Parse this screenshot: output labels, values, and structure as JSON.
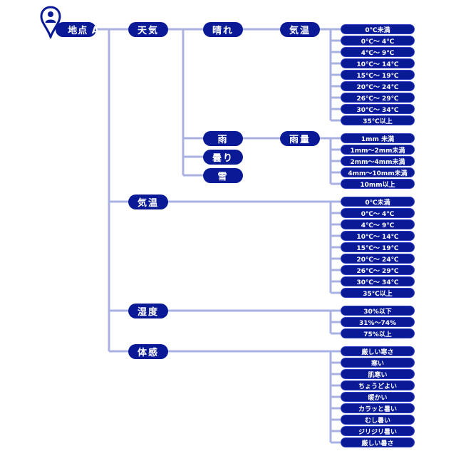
{
  "colors": {
    "node": "#0a1a96",
    "line": "#a9b1e3"
  },
  "root": {
    "label": "地点 A",
    "icon": "location-pin-person-icon"
  },
  "branches": [
    {
      "label": "天気",
      "children": [
        {
          "label": "晴れ",
          "children": [
            {
              "label": "気温",
              "leaves": [
                "0℃未満",
                "0℃～ 4℃",
                "4℃～ 9℃",
                "10℃～ 14℃",
                "15℃～ 19℃",
                "20℃～ 24℃",
                "26℃～ 29℃",
                "30℃～ 34℃",
                "35℃以上"
              ]
            }
          ]
        },
        {
          "label": "雨",
          "children": [
            {
              "label": "雨量",
              "leaves": [
                "1mm 未満",
                "1mm～2mm未満",
                "2mm～4mm未満",
                "4mm～10mm未満",
                "10mm以上"
              ]
            }
          ]
        },
        {
          "label": "曇り"
        },
        {
          "label": "雪"
        }
      ]
    },
    {
      "label": "気温",
      "leaves": [
        "0℃未満",
        "0℃～ 4℃",
        "4℃～ 9℃",
        "10℃～ 14℃",
        "15℃～ 19℃",
        "20℃～ 24℃",
        "26℃～ 29℃",
        "30℃～ 34℃",
        "35℃以上"
      ]
    },
    {
      "label": "湿度",
      "leaves": [
        "30%以下",
        "31%～74%",
        "75%以上"
      ]
    },
    {
      "label": "体感",
      "leaves": [
        "厳しい寒さ",
        "寒い",
        "肌寒い",
        "ちょうどよい",
        "暖かい",
        "カラッと暑い",
        "むし暑い",
        "ジリジリ暑い",
        "厳しい暑さ"
      ]
    }
  ]
}
